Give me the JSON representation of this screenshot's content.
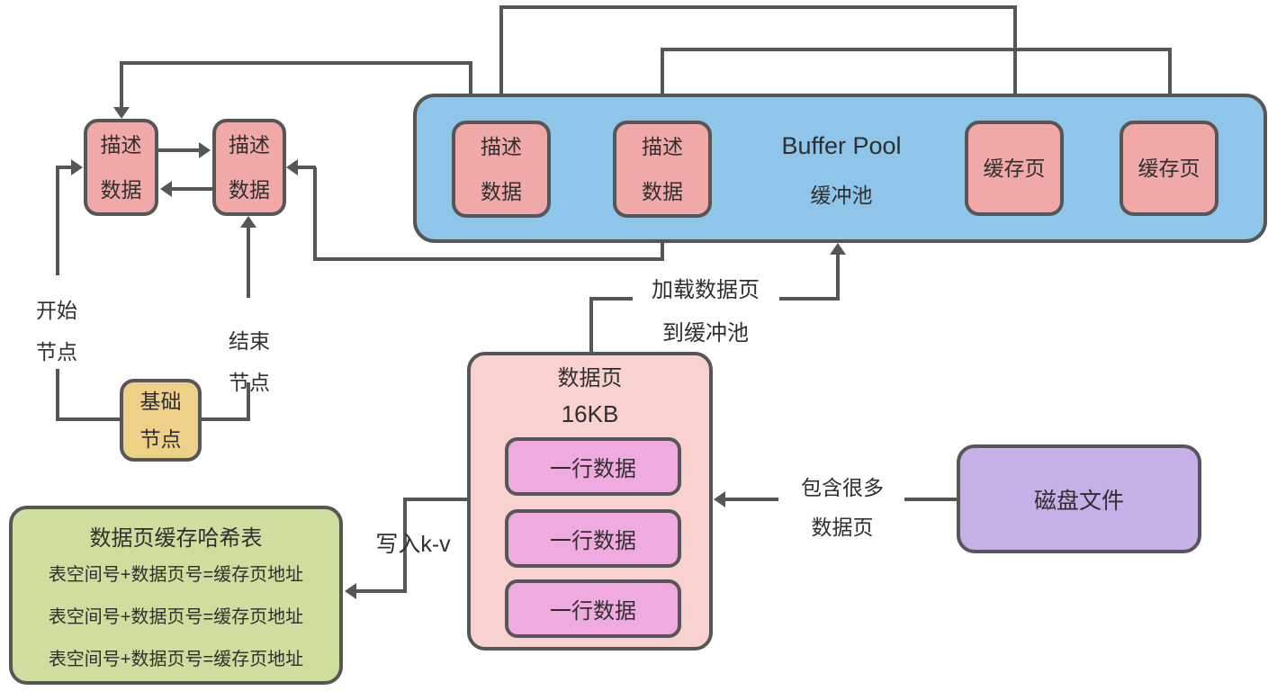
{
  "colors": {
    "line": "#565656",
    "desc_node_pink": "#f0a9a8",
    "buffer_pool_blue": "#8ec5e9",
    "base_node_yellow": "#eed089",
    "data_page_pink": "#f9d2cf",
    "row_magenta": "#efaadf",
    "hash_table_green": "#cdde9e",
    "disk_file_purple": "#c7afe7",
    "text": "#2f2f2f"
  },
  "nodes": {
    "desc_left_1": {
      "line1": "描述",
      "line2": "数据"
    },
    "desc_left_2": {
      "line1": "描述",
      "line2": "数据"
    },
    "buffer_pool": {
      "title": "Buffer Pool",
      "subtitle": "缓冲池"
    },
    "desc_pool_1": {
      "line1": "描述",
      "line2": "数据"
    },
    "desc_pool_2": {
      "line1": "描述",
      "line2": "数据"
    },
    "cache_page_1": {
      "label": "缓存页"
    },
    "cache_page_2": {
      "label": "缓存页"
    },
    "base_node": {
      "line1": "基础",
      "line2": "节点"
    },
    "data_page": {
      "title": "数据页",
      "size": "16KB",
      "rows": [
        "一行数据",
        "一行数据",
        "一行数据"
      ]
    },
    "hash_table": {
      "title": "数据页缓存哈希表",
      "rows": [
        "表空间号+数据页号=缓存页地址",
        "表空间号+数据页号=缓存页地址",
        "表空间号+数据页号=缓存页地址"
      ]
    },
    "disk_file": {
      "label": "磁盘文件"
    }
  },
  "labels": {
    "start_node": {
      "line1": "开始",
      "line2": "节点"
    },
    "end_node": {
      "line1": "结束",
      "line2": "节点"
    },
    "load_page": {
      "line1": "加载数据页",
      "line2": "到缓冲池"
    },
    "write_kv": "写入k-v",
    "contains": {
      "line1": "包含很多",
      "line2": "数据页"
    }
  }
}
